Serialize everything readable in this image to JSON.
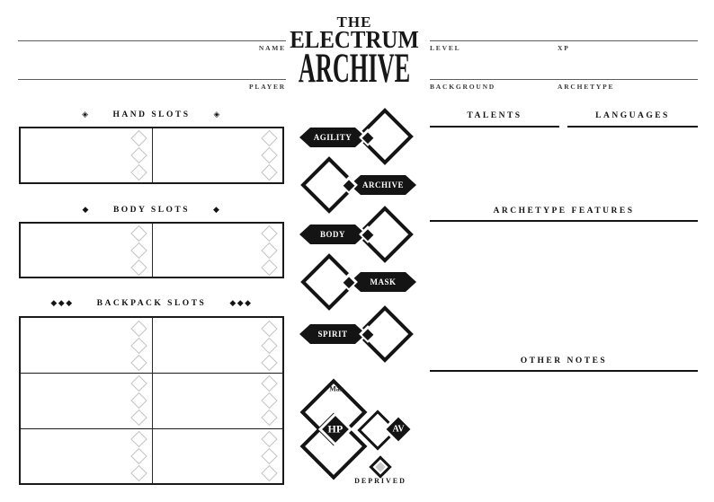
{
  "header": {
    "name_label": "NAME",
    "player_label": "PLAYER",
    "level_label": "LEVEL",
    "xp_label": "XP",
    "background_label": "BACKGROUND",
    "archetype_label": "ARCHETYPE",
    "logo": {
      "line1": "THE",
      "line2": "ELECTRUM",
      "line3": "ARCHIVE"
    }
  },
  "inventory": {
    "hand": {
      "title": "HAND SLOTS",
      "marker": "◈",
      "cells": 2,
      "slots_per_cell": 3
    },
    "body": {
      "title": "BODY SLOTS",
      "marker": "◆",
      "cells": 2,
      "slots_per_cell": 3
    },
    "backpack": {
      "title": "BACKPACK SLOTS",
      "marker": "◆◆◆",
      "rows": 3,
      "cols": 2,
      "slots_per_cell": 3
    }
  },
  "stats": [
    {
      "label": "AGILITY"
    },
    {
      "label": "ARCHIVE"
    },
    {
      "label": "BODY"
    },
    {
      "label": "MASK"
    },
    {
      "label": "SPIRIT"
    }
  ],
  "vitals": {
    "max_label": "Max",
    "hp_label": "HP",
    "av_label": "AV",
    "deprived_label": "DEPRIVED"
  },
  "notes": {
    "talents_title": "TALENTS",
    "languages_title": "LANGUAGES",
    "archetype_features_title": "ARCHETYPE FEATURES",
    "other_notes_title": "OTHER NOTES"
  },
  "colors": {
    "ink": "#141414",
    "slot_outline": "#c4c4c4",
    "field_line": "#5d5d5d"
  }
}
